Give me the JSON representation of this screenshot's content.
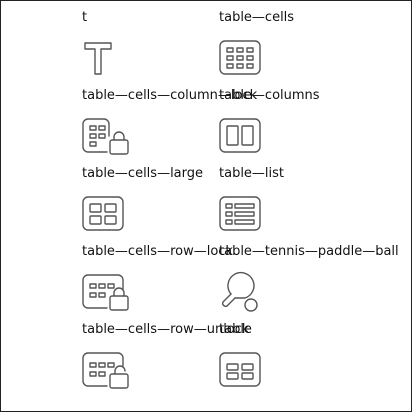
{
  "icons": [
    {
      "label": "t",
      "icon": "t-icon"
    },
    {
      "label": "table—cells",
      "icon": "table-cells-icon"
    },
    {
      "label": "table—cells—column—lock",
      "icon": "table-cells-column-lock-icon"
    },
    {
      "label": "table—columns",
      "icon": "table-columns-icon"
    },
    {
      "label": "table—cells—large",
      "icon": "table-cells-large-icon"
    },
    {
      "label": "table—list",
      "icon": "table-list-icon"
    },
    {
      "label": "table—cells—row—lock",
      "icon": "table-cells-row-lock-icon"
    },
    {
      "label": "table—tennis—paddle—ball",
      "icon": "table-tennis-paddle-ball-icon"
    },
    {
      "label": "table—cells—row—unlock",
      "icon": "table-cells-row-unlock-icon"
    },
    {
      "label": "table",
      "icon": "table-icon"
    }
  ],
  "colors": {
    "stroke": "#555555",
    "text": "#111111",
    "background": "#ffffff",
    "border": "#222222"
  }
}
